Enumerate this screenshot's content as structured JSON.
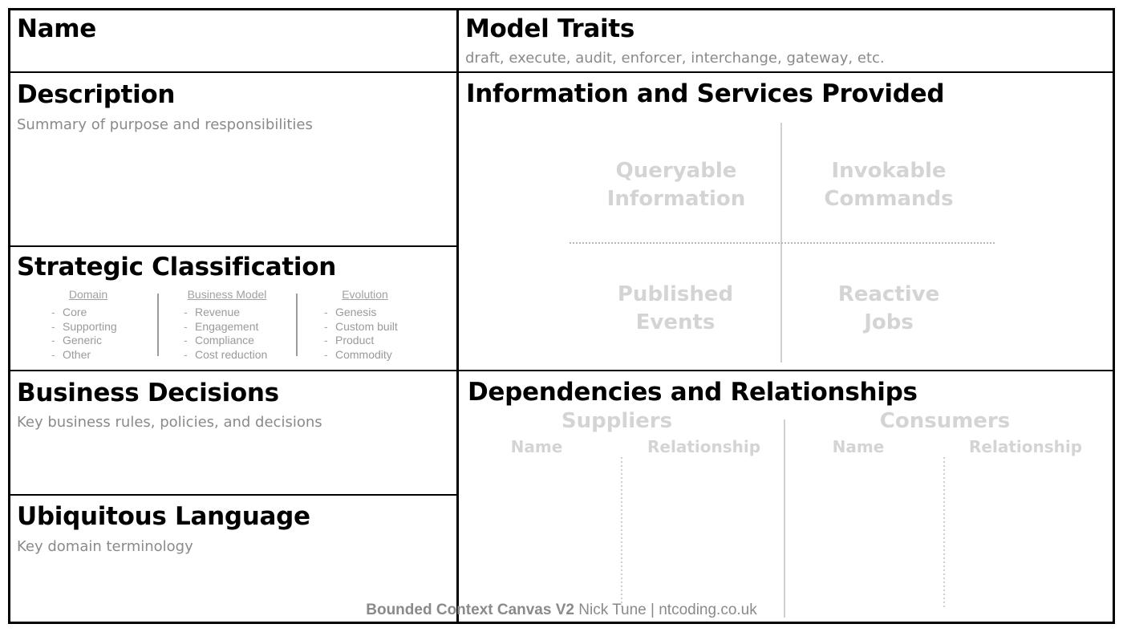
{
  "name": {
    "title": "Name"
  },
  "model_traits": {
    "title": "Model Traits",
    "subtitle": "draft, execute, audit, enforcer, interchange, gateway, etc."
  },
  "description": {
    "title": "Description",
    "subtitle": "Summary of purpose and responsibilities"
  },
  "strategic": {
    "title": "Strategic Classification",
    "columns": [
      {
        "heading": "Domain",
        "items": [
          "Core",
          "Supporting",
          "Generic",
          "Other"
        ]
      },
      {
        "heading": "Business Model",
        "items": [
          "Revenue",
          "Engagement",
          "Compliance",
          "Cost reduction"
        ]
      },
      {
        "heading": "Evolution",
        "items": [
          "Genesis",
          "Custom built",
          "Product",
          "Commodity"
        ]
      }
    ]
  },
  "business_decisions": {
    "title": "Business Decisions",
    "subtitle": "Key business rules, policies, and decisions"
  },
  "ubiquitous": {
    "title": "Ubiquitous Language",
    "subtitle": "Key domain terminology"
  },
  "info_services": {
    "title": "Information and Services Provided",
    "quadrants": {
      "queryable": [
        "Queryable",
        "Information"
      ],
      "invokable": [
        "Invokable",
        "Commands"
      ],
      "published": [
        "Published",
        "Events"
      ],
      "reactive": [
        "Reactive",
        "Jobs"
      ]
    }
  },
  "dependencies": {
    "title": "Dependencies and Relationships",
    "suppliers": {
      "label": "Suppliers",
      "name_col": "Name",
      "rel_col": "Relationship"
    },
    "consumers": {
      "label": "Consumers",
      "name_col": "Name",
      "rel_col": "Relationship"
    }
  },
  "footer": {
    "bold": "Bounded Context Canvas V2",
    "rest": " Nick Tune | ntcoding.co.uk"
  }
}
